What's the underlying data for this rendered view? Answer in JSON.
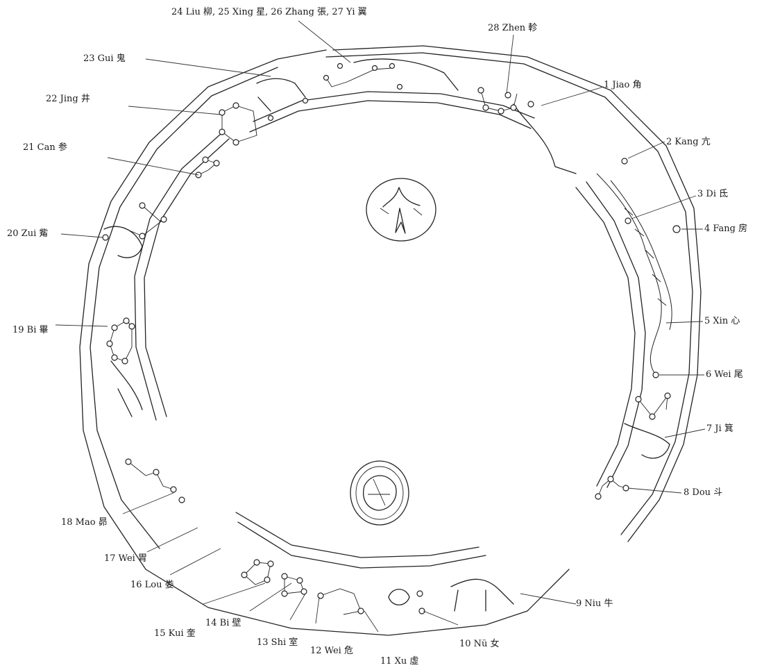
{
  "mansions": [
    {
      "id": "zhen",
      "label": "28 Zhen 軫"
    },
    {
      "id": "jiao",
      "label": "1 Jiao 角"
    },
    {
      "id": "kang",
      "label": "2 Kang 亢"
    },
    {
      "id": "di",
      "label": "3 Di 氐"
    },
    {
      "id": "fang",
      "label": "4 Fang 房"
    },
    {
      "id": "xin",
      "label": "5 Xin 心"
    },
    {
      "id": "wei6",
      "label": "6 Wei 尾"
    },
    {
      "id": "ji",
      "label": "7 Ji 箕"
    },
    {
      "id": "dou",
      "label": "8 Dou 斗"
    },
    {
      "id": "niu",
      "label": "9 Niu 牛"
    },
    {
      "id": "nu",
      "label": "10 Nü 女"
    },
    {
      "id": "xu",
      "label": "11 Xu 虛"
    },
    {
      "id": "wei12",
      "label": "12 Wei 危"
    },
    {
      "id": "shi",
      "label": "13 Shi 室"
    },
    {
      "id": "bi14",
      "label": "14 Bi 壁"
    },
    {
      "id": "kui",
      "label": "15 Kui 奎"
    },
    {
      "id": "lou",
      "label": "16 Lou 娄"
    },
    {
      "id": "wei17",
      "label": "17 Wei 胃"
    },
    {
      "id": "mao",
      "label": "18 Mao 昴"
    },
    {
      "id": "bi19",
      "label": "19 Bi 畢"
    },
    {
      "id": "zui",
      "label": "20 Zui 觜"
    },
    {
      "id": "can",
      "label": "21 Can 参"
    },
    {
      "id": "jing",
      "label": "22 Jing 井"
    },
    {
      "id": "gui",
      "label": "23 Gui 鬼"
    },
    {
      "id": "liu_xing_zhang_yi",
      "label": "24 Liu 柳, 25 Xing 星, 26 Zhang 張, 27 Yi 翼"
    }
  ]
}
